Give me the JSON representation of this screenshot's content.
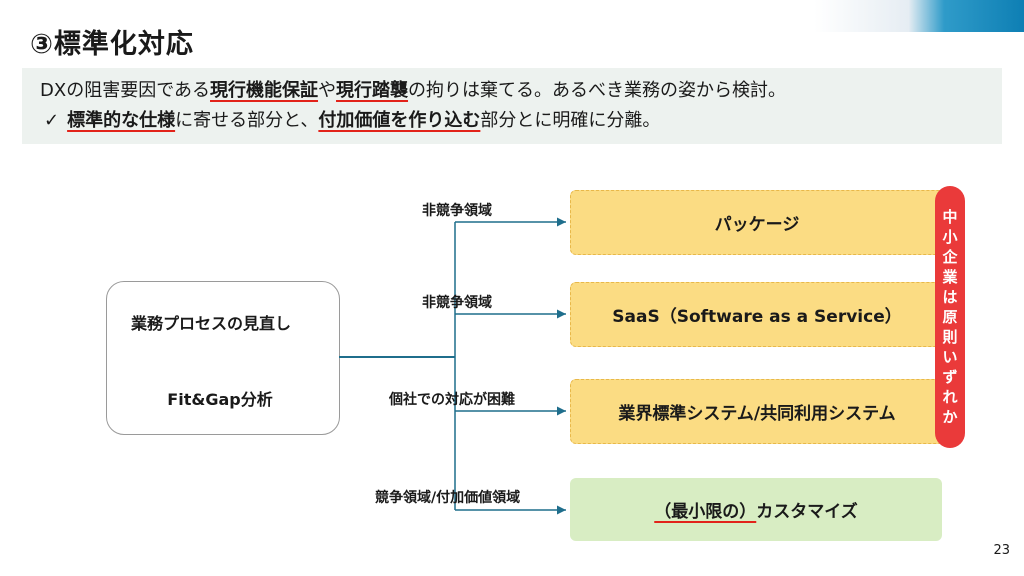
{
  "title": "③標準化対応",
  "summary": {
    "line1": {
      "a": "DXの阻害要因である",
      "b": "現行機能保証",
      "c": "や",
      "d": "現行踏襲",
      "e": "の拘りは棄てる。あるべき業務の姿から検討。"
    },
    "line2": {
      "check": "✓",
      "a": "標準的な仕様",
      "b": "に寄せる部分と、",
      "c": "付加価値を作り込む",
      "d": "部分とに明確に分離。"
    }
  },
  "process_box": {
    "line1": "業務プロセスの見直し",
    "line2": "Fit&Gap分析"
  },
  "branches": [
    {
      "label": "非競争領域",
      "target": "パッケージ"
    },
    {
      "label": "非競争領域",
      "target": "SaaS（Software as a Service）"
    },
    {
      "label": "個社での対応が困難",
      "target": "業界標準システム/共同利用システム"
    },
    {
      "label": "競争領域/付加価値領域",
      "target_a": "（最小限の）",
      "target_b": "カスタマイズ"
    }
  ],
  "side_note": [
    "中",
    "小",
    "企",
    "業",
    "は",
    "原",
    "則",
    "い",
    "ず",
    "れ",
    "か"
  ],
  "page_number": "23",
  "colors": {
    "orange_box": "#fbdc83",
    "green_box": "#d8edc3",
    "pill": "#ea3a3a",
    "connector": "#1f6e8c",
    "underline": "#e2231a"
  }
}
